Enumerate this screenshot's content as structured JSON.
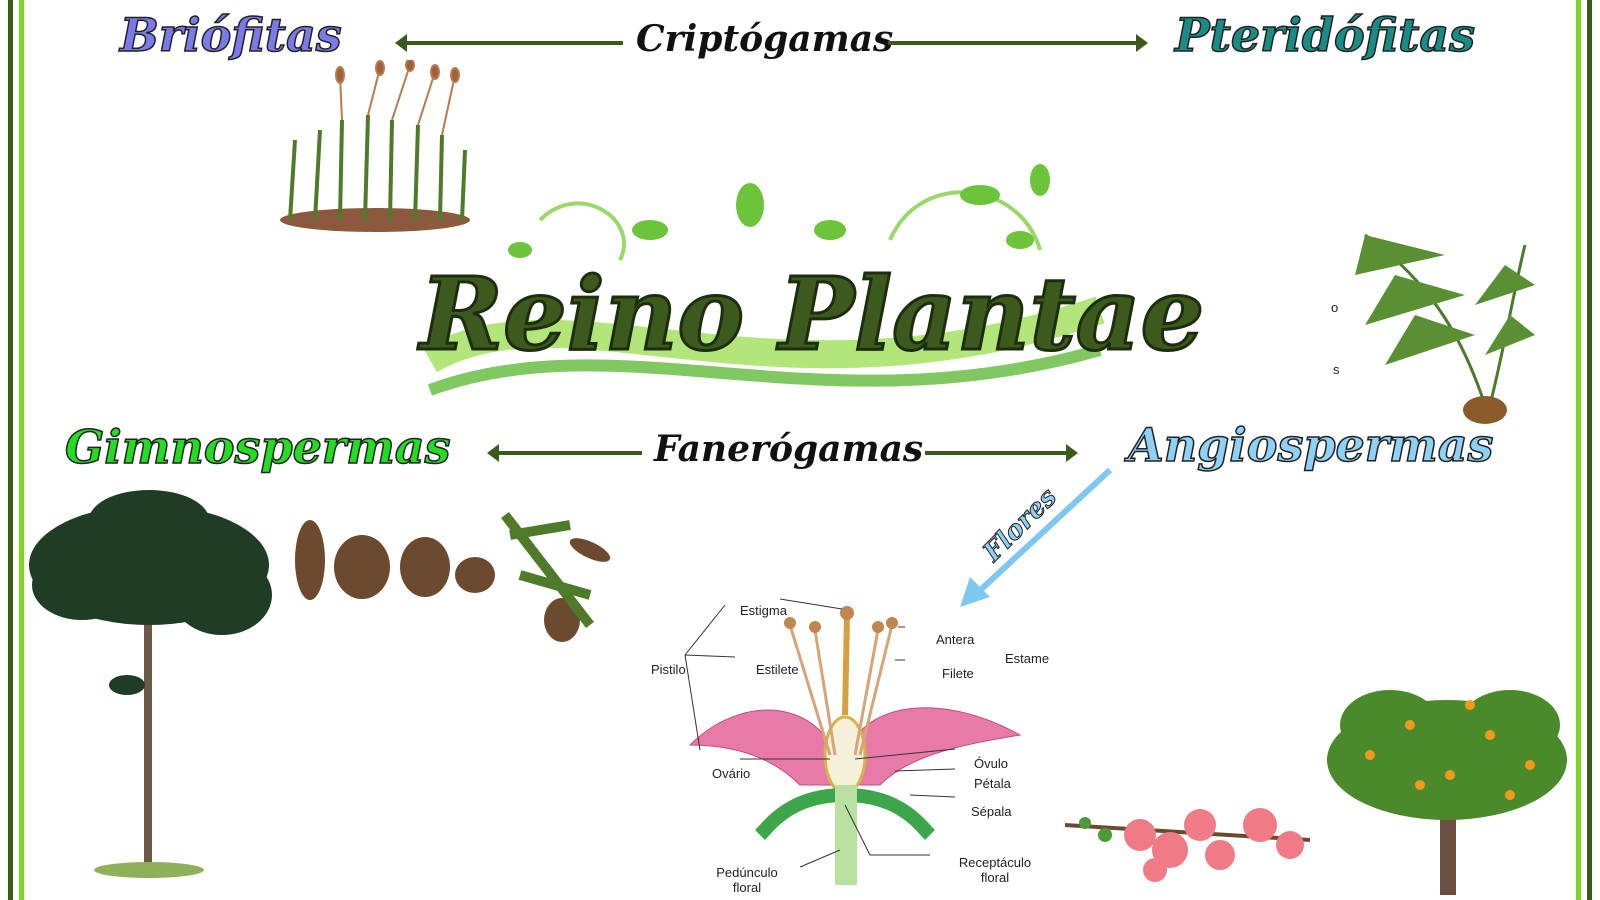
{
  "title": "Reino Plantae",
  "groups": {
    "briofitas": "Briófitas",
    "criptogamas": "Criptógamas",
    "pteridofitas": "Pteridófitas",
    "gimnospermas": "Gimnospermas",
    "fanerogamas": "Fanerógamas",
    "angiospermas": "Angiospermas",
    "flores": "Flores"
  },
  "stray": {
    "o": "o",
    "s": "s"
  },
  "flower_labels": {
    "estigma": "Estigma",
    "pistilo": "Pistilo",
    "estilete": "Estilete",
    "antera": "Antera",
    "estame": "Estame",
    "filete": "Filete",
    "ovario": "Ovário",
    "ovulo": "Óvulo",
    "petala": "Pétala",
    "sepala": "Sépala",
    "pedunculo": "Pedúnculo floral",
    "receptaculo": "Receptáculo floral"
  },
  "colors": {
    "dark_green": "#3d5a1e",
    "lime": "#7fd321",
    "briofitas": "#7b7be8",
    "pteridofitas": "#1a8c86",
    "gimnospermas": "#22dd22",
    "angiospermas": "#8fd0f5",
    "arrow_blue": "#7ec8f0"
  }
}
